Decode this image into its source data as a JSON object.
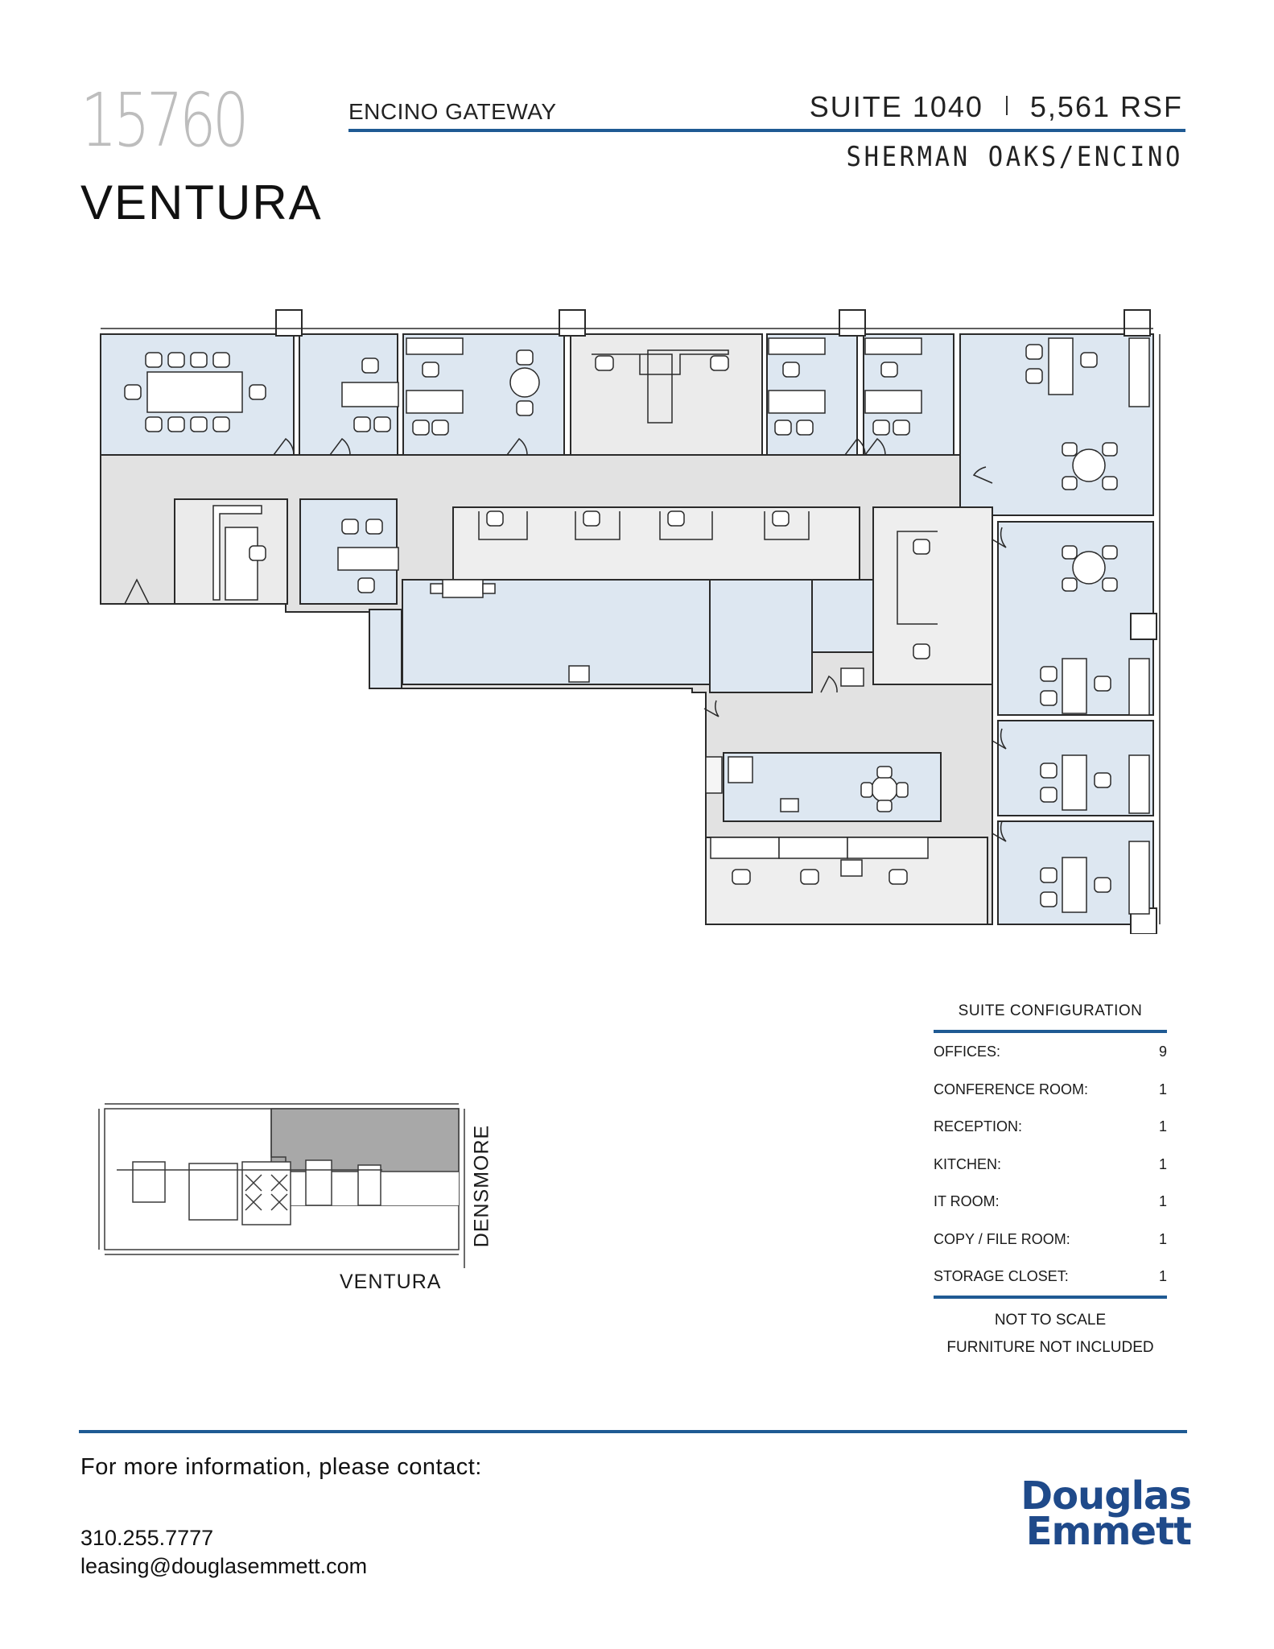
{
  "header": {
    "address_number": "15760",
    "address_street": "VENTURA",
    "building_name": "ENCINO GATEWAY",
    "suite": "SUITE 1040",
    "size": "5,561 RSF",
    "submarket": "SHERMAN OAKS/ENCINO"
  },
  "key_map": {
    "street_bottom": "VENTURA",
    "street_right": "DENSMORE"
  },
  "suite_configuration": {
    "title": "SUITE CONFIGURATION",
    "rows": [
      {
        "label": "OFFICES:",
        "value": "9"
      },
      {
        "label": "CONFERENCE ROOM:",
        "value": "1"
      },
      {
        "label": "RECEPTION:",
        "value": "1"
      },
      {
        "label": "KITCHEN:",
        "value": "1"
      },
      {
        "label": "IT ROOM:",
        "value": "1"
      },
      {
        "label": "COPY / FILE ROOM:",
        "value": "1"
      },
      {
        "label": "STORAGE CLOSET:",
        "value": "1"
      }
    ],
    "note_scale": "NOT TO SCALE",
    "note_furniture": "FURNITURE NOT INCLUDED"
  },
  "footer": {
    "contact_heading": "For more information, please contact:",
    "phone": "310.255.7777",
    "email": "leasing@douglasemmett.com",
    "logo_line1": "Douglas",
    "logo_line2": "Emmett"
  },
  "colors": {
    "accent": "#1f5a93",
    "office_fill": "#dde7f1",
    "corridor_fill": "#e2e2e2",
    "key_map_suite": "#a8a8a8",
    "logo": "#1f4a8a"
  }
}
